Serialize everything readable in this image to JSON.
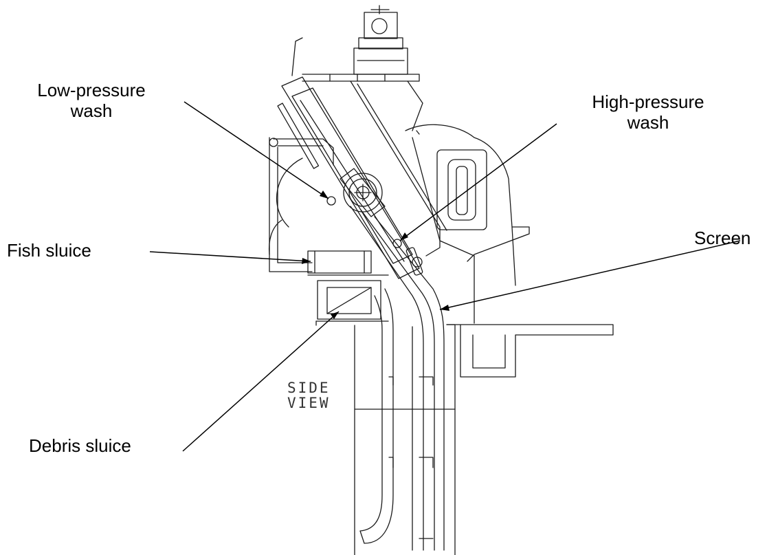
{
  "labels": {
    "low_pressure_wash": [
      "Low-pressure",
      "wash"
    ],
    "high_pressure_wash": [
      "High-pressure",
      "wash"
    ],
    "fish_sluice": "Fish sluice",
    "screen": "Screen",
    "debris_sluice": "Debris sluice"
  },
  "drawing_note": [
    "SIDE",
    "VIEW"
  ],
  "colors": {
    "line": "#1a1a1a",
    "leader": "#000000",
    "background": "#ffffff"
  }
}
